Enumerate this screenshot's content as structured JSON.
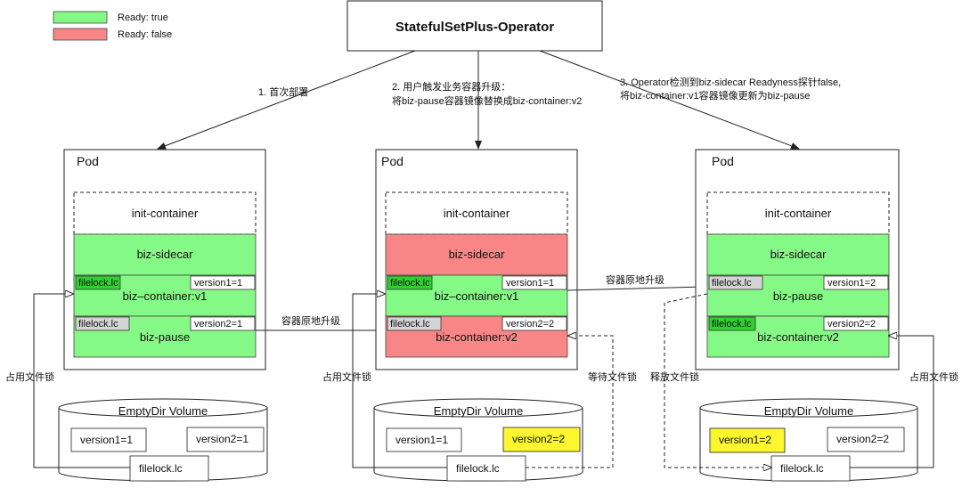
{
  "legend": {
    "items": [
      {
        "label": "Ready: true",
        "color": "#85f985"
      },
      {
        "label": "Ready: false",
        "color": "#f88686"
      }
    ]
  },
  "operator": {
    "title": "StatefulSetPlus-Operator"
  },
  "steps": {
    "step1": "1. 首次部署",
    "step2_line1": "2. 用户触发业务容器升级：",
    "step2_line2": "将biz-pause容器镜像替换成biz-container:v2",
    "step3_line1": "3. Operator检测到biz-sidecar Readyness探针false,",
    "step3_line2": "将biz-container:v1容器镜像更新为biz-pause"
  },
  "colors": {
    "ready_true": "#85f985",
    "ready_false": "#f88686",
    "lock_held": "#2fd12f",
    "lock_idle": "#d4d4d4",
    "changed_version": "#fbf62e"
  },
  "pods": [
    {
      "title": "Pod",
      "init": "init-container",
      "sidecar": {
        "label": "biz-sidecar",
        "ready": true
      },
      "c1": {
        "label": "biz–container:v1",
        "ready": true,
        "lock": "filelock.lc",
        "lock_held": true,
        "version": "version1=1"
      },
      "c2": {
        "label": "biz-pause",
        "ready": true,
        "lock": "filelock.lc",
        "lock_held": false,
        "version": "version2=1"
      },
      "volume": {
        "title": "EmptyDir Volume",
        "v1": "version1=1",
        "v1_changed": false,
        "v2": "version2=1",
        "v2_changed": false,
        "lockfile": "filelock.lc"
      },
      "side_label": "占用文件锁"
    },
    {
      "title": "Pod",
      "init": "init-container",
      "sidecar": {
        "label": "biz-sidecar",
        "ready": false
      },
      "c1": {
        "label": "biz–container:v1",
        "ready": true,
        "lock": "filelock.lc",
        "lock_held": true,
        "version": "version1=1"
      },
      "c2": {
        "label": "biz-container:v2",
        "ready": false,
        "lock": "filelock.lc",
        "lock_held": false,
        "version": "version2=2"
      },
      "volume": {
        "title": "EmptyDir Volume",
        "v1": "version1=1",
        "v1_changed": false,
        "v2": "version2=2",
        "v2_changed": true,
        "lockfile": "filelock.lc"
      },
      "side_label": "占用文件锁",
      "wait_label": "等待文件锁"
    },
    {
      "title": "Pod",
      "init": "init-container",
      "sidecar": {
        "label": "biz-sidecar",
        "ready": true
      },
      "c1": {
        "label": "biz-pause",
        "ready": true,
        "lock": "filelock.lc",
        "lock_held": false,
        "version": "version1=2"
      },
      "c2": {
        "label": "biz-container:v2",
        "ready": true,
        "lock": "filelock.lc",
        "lock_held": true,
        "version": "version2=2"
      },
      "volume": {
        "title": "EmptyDir Volume",
        "v1": "version1=2",
        "v1_changed": true,
        "v2": "version2=2",
        "v2_changed": false,
        "lockfile": "filelock.lc"
      },
      "release_label": "释放文件锁",
      "side_label": "占用文件锁"
    }
  ],
  "transitions": {
    "t1": "容器原地升级",
    "t2": "容器原地升级"
  }
}
